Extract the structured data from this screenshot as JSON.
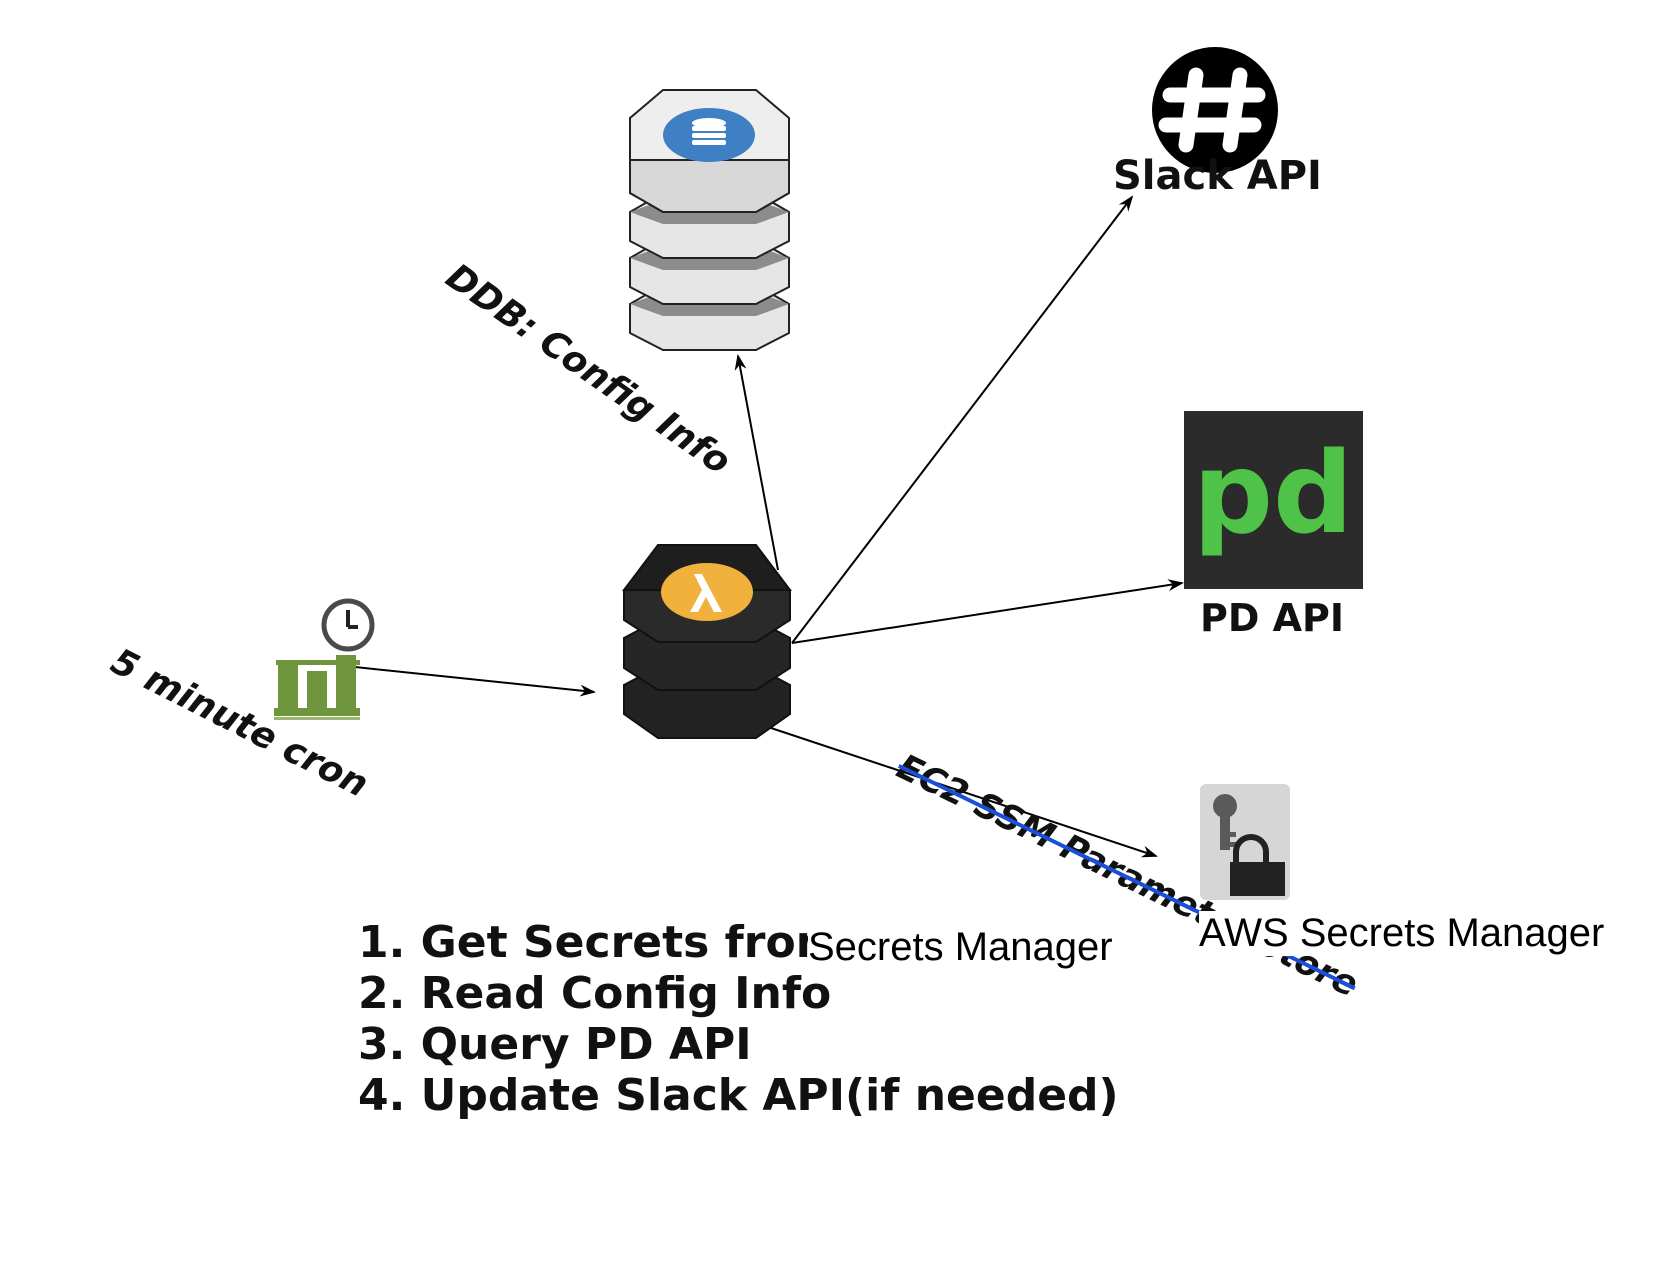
{
  "labels": {
    "ddb": "DDB: Config Info",
    "slack": "Slack API",
    "pd": "PD API",
    "cron": "5 minute cron",
    "ssm": "EC2 SSM Parameter Store",
    "secrets_manager": "AWS Secrets Manager",
    "secrets_overlay": "Secrets Manager",
    "pd_logo_text": "pd"
  },
  "steps": [
    "1. Get Secrets from",
    "2. Read Config Info",
    "3. Query PD API",
    "4. Update Slack API(if needed)"
  ],
  "icons": {
    "lambda": "aws-lambda-icon",
    "dynamodb": "dynamodb-icon",
    "slack": "slack-icon",
    "pagerduty": "pagerduty-icon",
    "cron": "cloudwatch-schedule-icon",
    "secrets": "secrets-manager-key-lock-icon"
  },
  "colors": {
    "lambda_body": "#1e1e1e",
    "lambda_badge": "#f0b23c",
    "ddb_badge": "#3f7fc3",
    "pd_bg": "#2b2b2b",
    "pd_green": "#4fc248",
    "cron_green": "#6f963c",
    "strike_blue": "#1a4fd8"
  }
}
